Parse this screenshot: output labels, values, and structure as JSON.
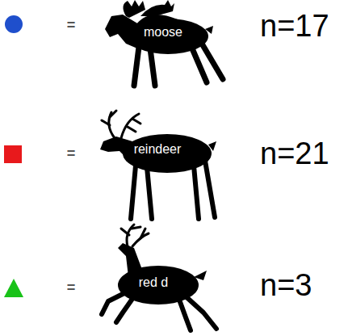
{
  "diagram": {
    "nodes": [
      {
        "text": [
          "moose"
        ]
      },
      {
        "text": [
          "reindeer"
        ]
      },
      {
        "text": [
          "red d"
        ]
      }
    ],
    "labels": [
      "=",
      "=",
      "=",
      "n=17",
      "n=21",
      "n=3"
    ]
  }
}
